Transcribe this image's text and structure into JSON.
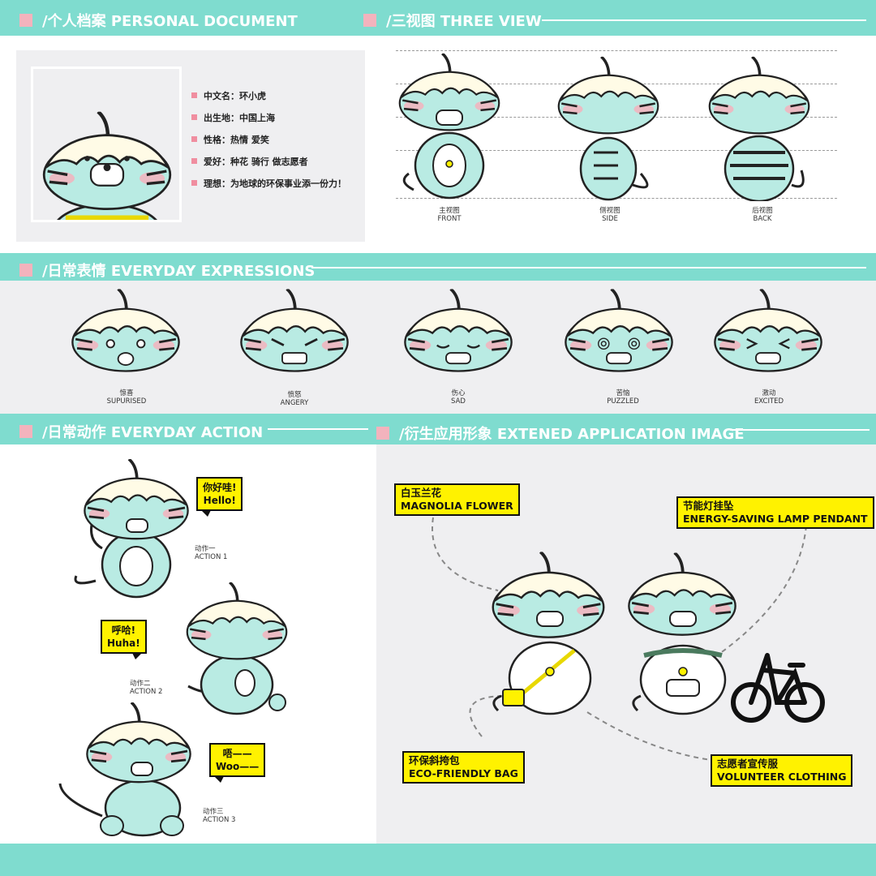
{
  "colors": {
    "band": "#7fdccf",
    "accent": "#f3b3bd",
    "tiger_body": "#b9ebe3",
    "hair": "#fffbe6",
    "label_yellow": "#fff200"
  },
  "sections": {
    "personal": "/个人档案 PERSONAL DOCUMENT",
    "three_view": "/三视图 THREE VIEW",
    "expressions": "/日常表情 EVERYDAY EXPRESSIONS",
    "action": "/日常动作 EVERYDAY ACTION",
    "extended": "/衍生应用形象 EXTENED APPLICATION IMAGE"
  },
  "profile": [
    "中文名：环小虎",
    "出生地：中国上海",
    "性格：热情 爱笑",
    "爱好：种花 骑行 做志愿者",
    "理想：为地球的环保事业添一份力！"
  ],
  "views": [
    {
      "cn": "主视图",
      "en": "FRONT"
    },
    {
      "cn": "侧视图",
      "en": "SIDE"
    },
    {
      "cn": "后视图",
      "en": "BACK"
    }
  ],
  "expressions": [
    {
      "cn": "惊喜",
      "en": "SUPURISED"
    },
    {
      "cn": "愤怒",
      "en": "ANGERY"
    },
    {
      "cn": "伤心",
      "en": "SAD"
    },
    {
      "cn": "苦恼",
      "en": "PUZZLED"
    },
    {
      "cn": "激动",
      "en": "EXCITED"
    }
  ],
  "actions": [
    {
      "cn": "动作一",
      "en": "ACTION 1",
      "bubble_cn": "你好哇!",
      "bubble_en": "Hello!"
    },
    {
      "cn": "动作二",
      "en": "ACTION 2",
      "bubble_cn": "呼哈!",
      "bubble_en": "Huha!"
    },
    {
      "cn": "动作三",
      "en": "ACTION 3",
      "bubble_cn": "唔——",
      "bubble_en": "Woo——"
    }
  ],
  "applications": [
    {
      "cn": "白玉兰花",
      "en": "MAGNOLIA FLOWER"
    },
    {
      "cn": "节能灯挂坠",
      "en": "ENERGY-SAVING LAMP PENDANT"
    },
    {
      "cn": "环保斜挎包",
      "en": "ECO-FRIENDLY BAG"
    },
    {
      "cn": "志愿者宣传服",
      "en": "VOLUNTEER CLOTHING"
    }
  ]
}
